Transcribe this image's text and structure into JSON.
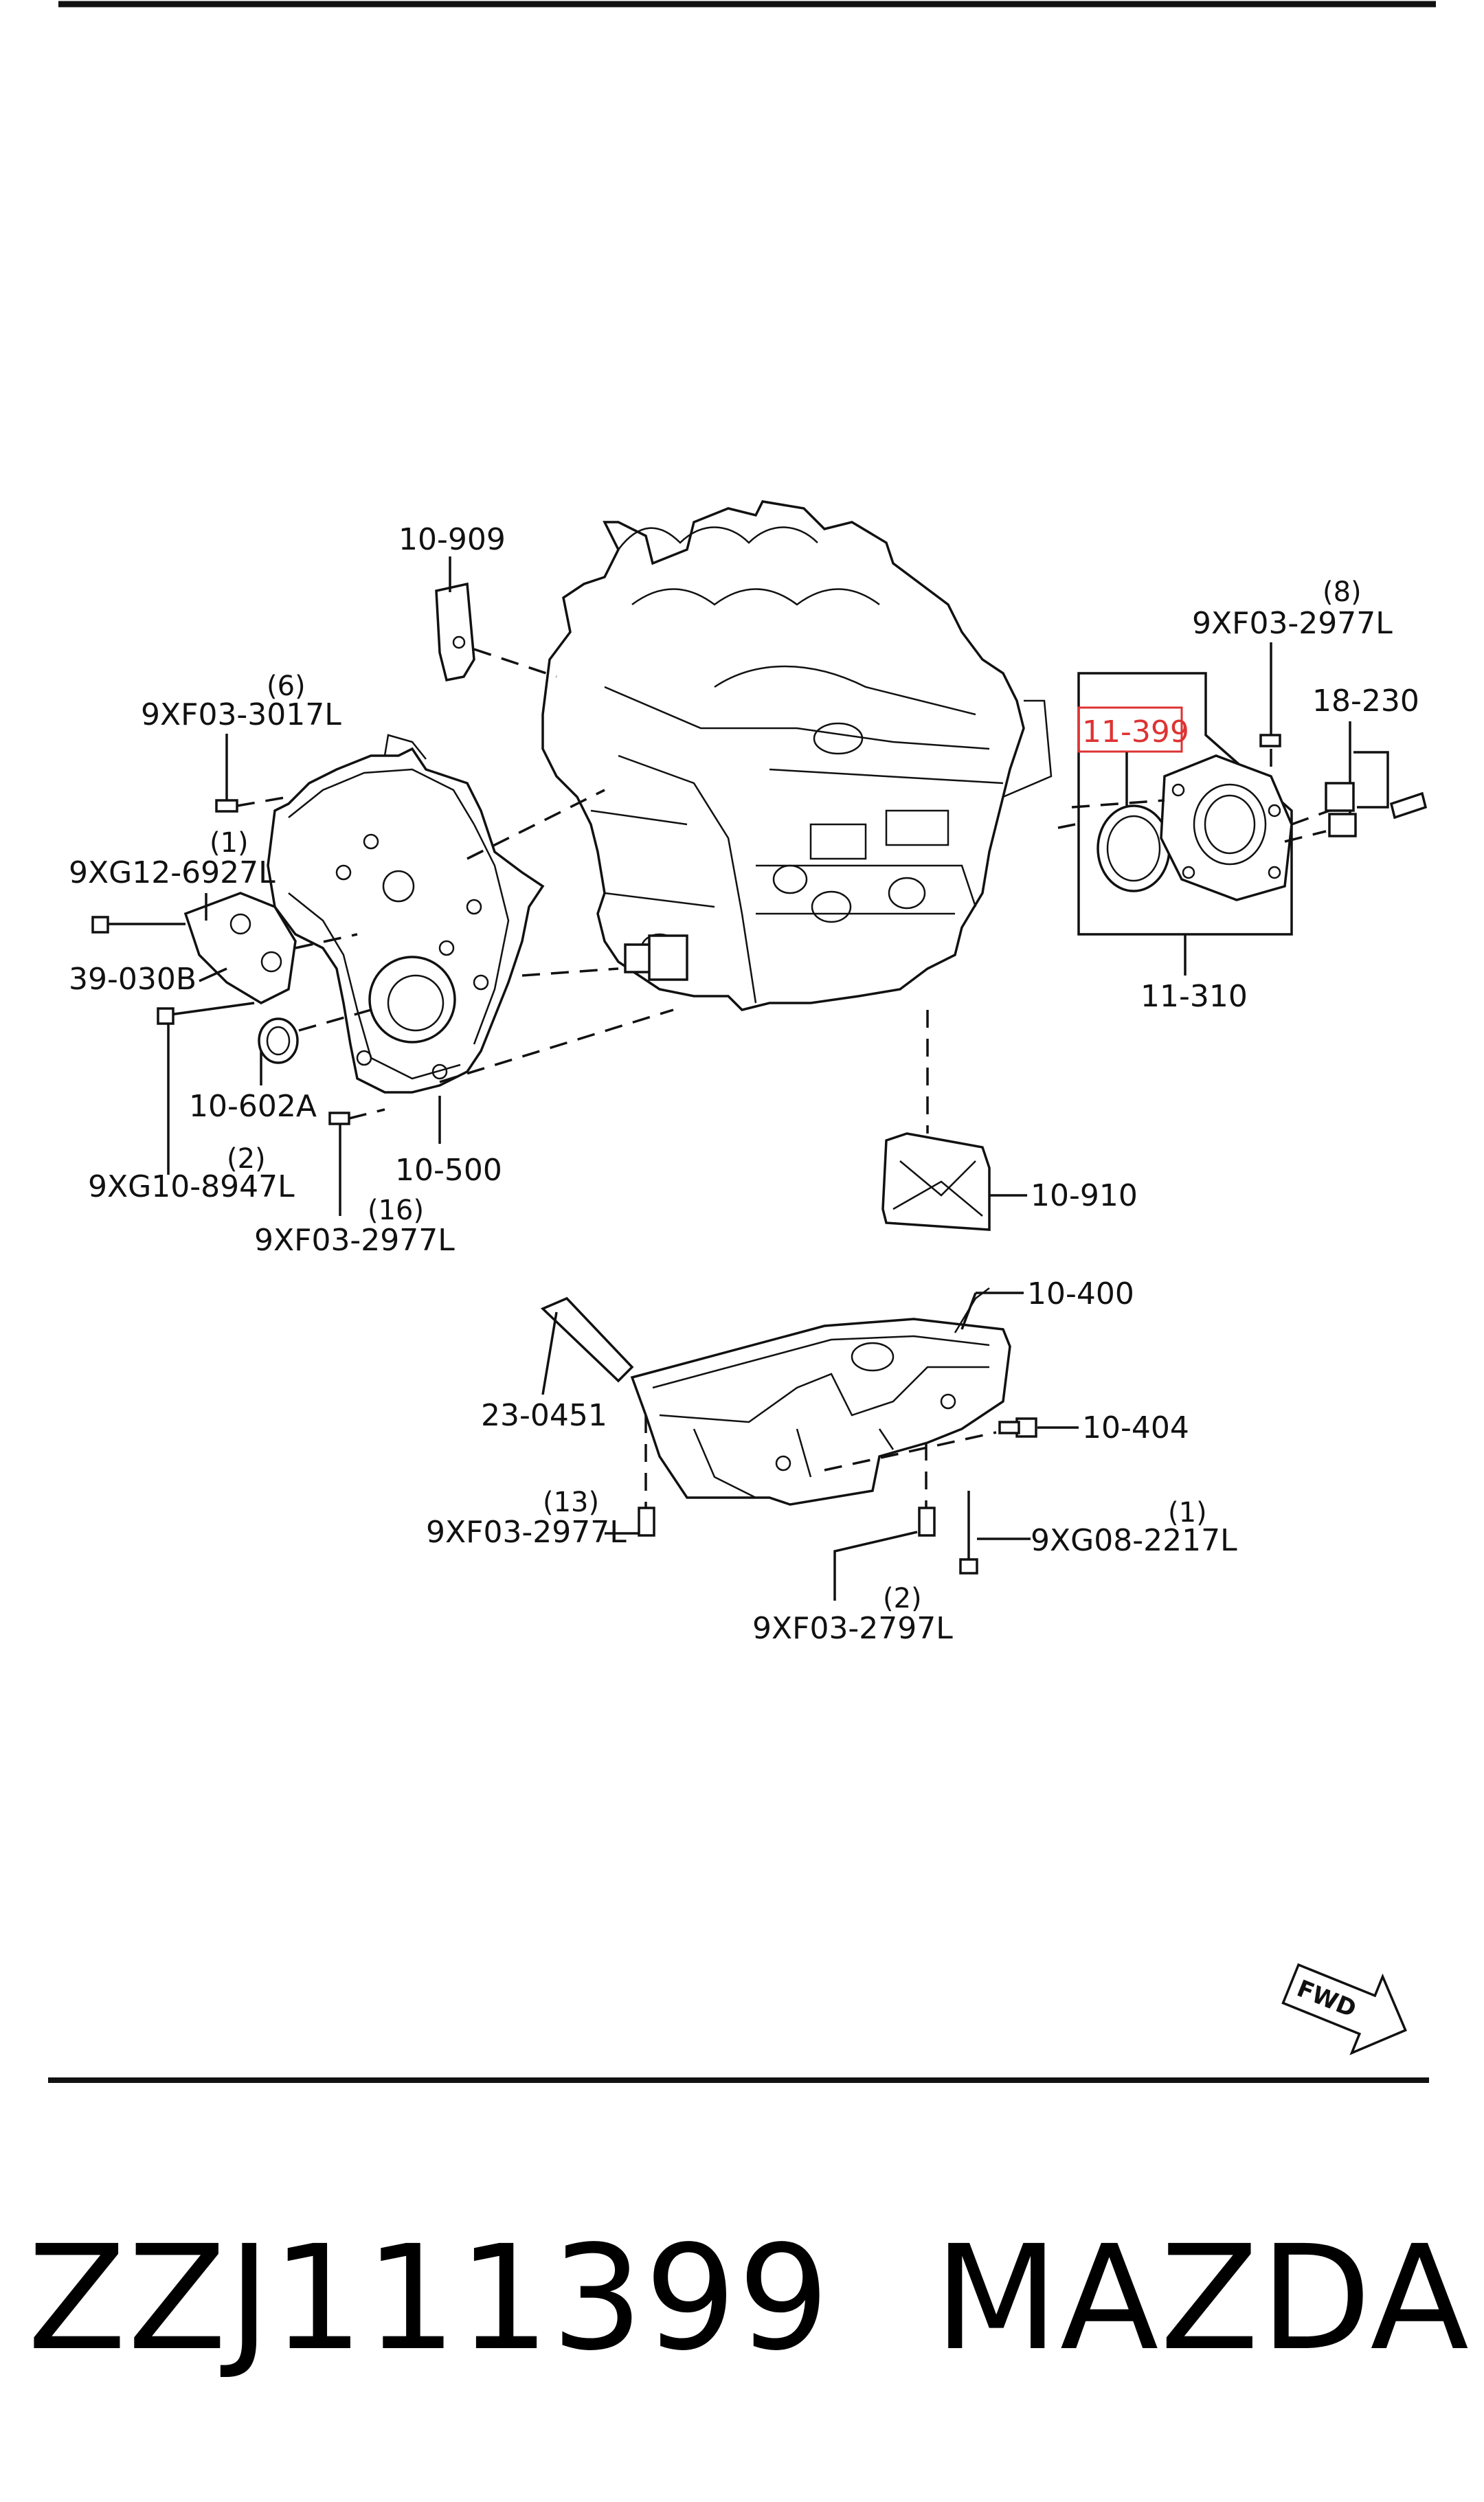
{
  "diagram": {
    "labels": {
      "l_10_909": "10-909",
      "l_9xf03_2977l_top": "9XF03-2977L",
      "q_8": "(8)",
      "l_18_230": "18-230",
      "l_11_399": "11-399",
      "l_11_310": "11-310",
      "l_9xf03_3017l": "9XF03-3017L",
      "q_6": "(6)",
      "l_9xg12_6927l": "9XG12-6927L",
      "q_1a": "(1)",
      "l_39_030b": "39-030B",
      "l_10_602a": "10-602A",
      "l_9xg10_8947l": "9XG10-8947L",
      "q_2a": "(2)",
      "l_10_500": "10-500",
      "l_9xf03_2977l_mid": "9XF03-2977L",
      "q_16": "(16)",
      "l_10_910": "10-910",
      "l_10_400": "10-400",
      "l_23_0451": "23-0451",
      "l_10_404": "10-404",
      "l_9xf03_2977l_low": "9XF03-2977L",
      "q_13": "(13)",
      "l_9xg08_2217l": "9XG08-2217L",
      "q_1b": "(1)",
      "l_9xf03_2797l": "9XF03-2797L",
      "q_2b": "(2)",
      "fwd": "FWD"
    },
    "highlight_color": "#dd3333"
  },
  "caption": {
    "part_number": "ZZJ111399",
    "brand": "MAZDA"
  }
}
